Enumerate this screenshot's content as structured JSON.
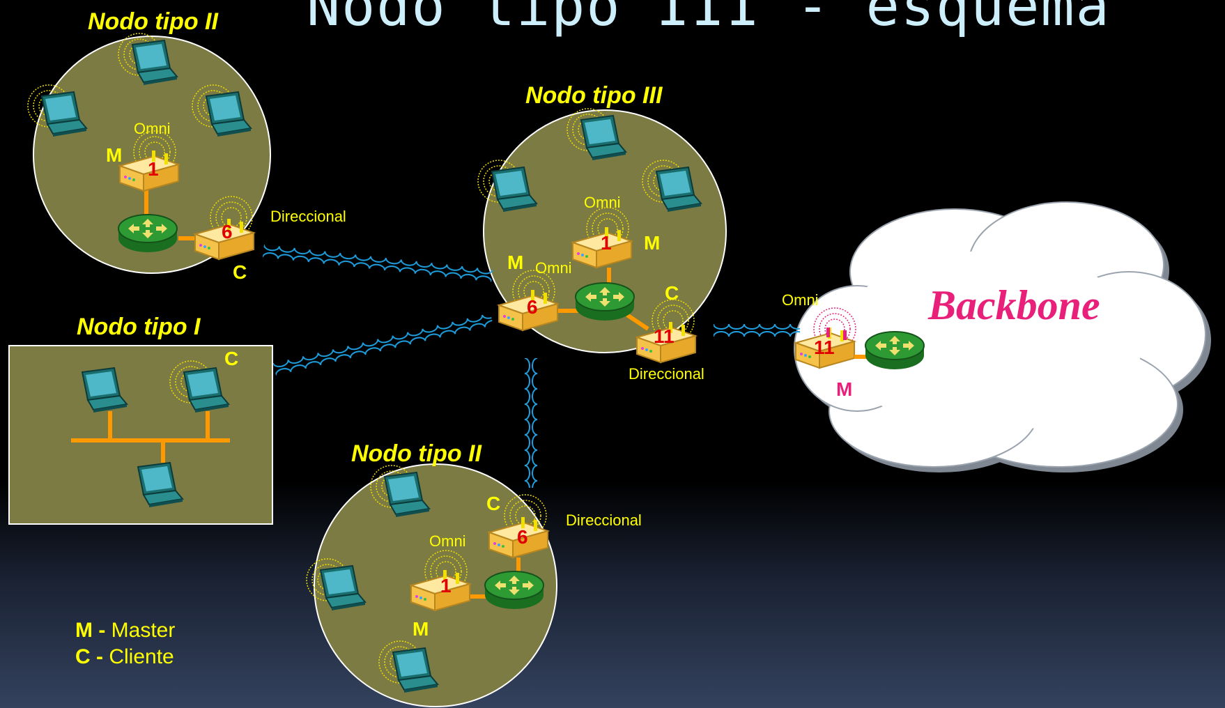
{
  "title": "Nodo tipo III - esquema",
  "colors": {
    "node_fill": "#7c7b43",
    "label_yellow": "#ffff00",
    "channel_red": "#e00000",
    "link_blue": "#1ea0e0",
    "ethernet_orange": "#ff9900",
    "backbone_pink": "#e8207a",
    "cloud_fill": "#ffffff"
  },
  "nodes": {
    "tipo2_top": {
      "title": "Nodo tipo II",
      "omni_label": "Omni",
      "master_role": "M",
      "master_channel": "1",
      "client_channel": "6",
      "client_antenna_label": "Direccional",
      "client_role": "C"
    },
    "tipo3": {
      "title": "Nodo tipo III",
      "omni_label_1": "Omni",
      "master1_channel": "1",
      "master1_role": "M",
      "omni_label_2": "Omni",
      "master2_role": "M",
      "master2_channel": "6",
      "client_role": "C",
      "client_channel": "11",
      "client_antenna_label": "Direccional"
    },
    "tipo1": {
      "title": "Nodo tipo I",
      "client_role": "C"
    },
    "tipo2_bottom": {
      "title": "Nodo tipo II",
      "client_role": "C",
      "client_channel": "6",
      "client_antenna_label": "Direccional",
      "omni_label": "Omni",
      "master_channel": "1",
      "master_role": "M"
    }
  },
  "backbone": {
    "label": "Backbone",
    "omni_label": "Omni",
    "ap_channel": "11",
    "ap_role": "M"
  },
  "legend": {
    "m_key": "M -",
    "m_value": " Master",
    "c_key": "C -",
    "c_value": " Cliente"
  }
}
